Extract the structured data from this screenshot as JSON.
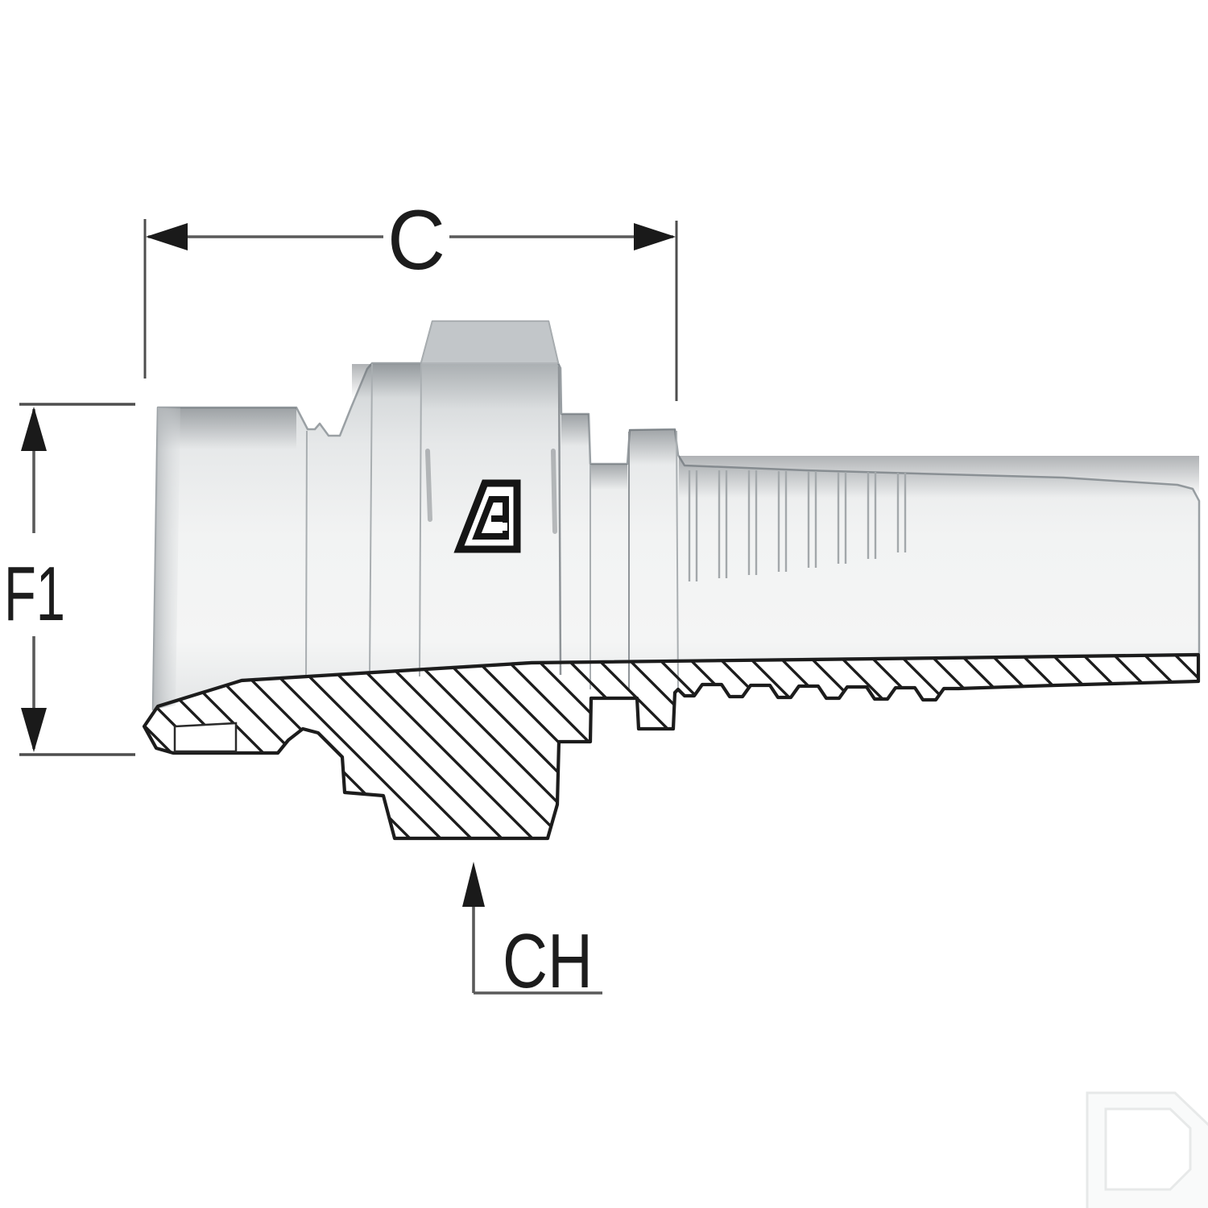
{
  "drawing": {
    "type": "technical-drawing-hose-fitting",
    "dimensions": {
      "c_label": "C",
      "f1_label": "F1",
      "ch_label": "CH"
    },
    "marks": {
      "logo": "stylized-A-logo",
      "watermark_letter": "D"
    },
    "colors": {
      "background": "#ffffff",
      "label_text": "#1c1c1c",
      "dimension_line": "#5a5a5a",
      "extension_line": "#4e4e4e",
      "arrowhead": "#1a1a1a",
      "body_outline": "#9aa0a4",
      "body_light": "#f2f3f4",
      "body_dark": "#bcc0c2",
      "section_outline": "#1c1c1c",
      "hatch_line": "#1c1c1c",
      "watermark_line": "#e7e9e9"
    }
  }
}
